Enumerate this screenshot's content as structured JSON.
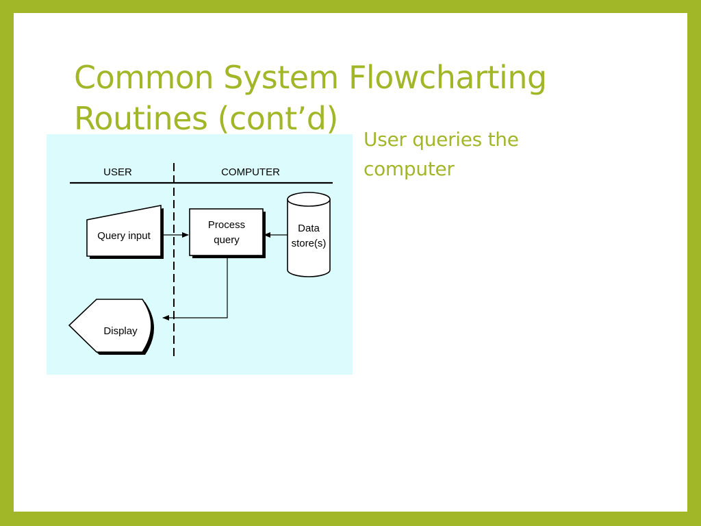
{
  "slide": {
    "title_lines": [
      "Common System Flowcharting",
      "Routines (cont’d)"
    ],
    "bullet_lines": [
      "User queries the",
      "computer"
    ],
    "accent_color": "#a2b728",
    "figure_background": "#dcfbfd"
  },
  "diagram": {
    "lanes": {
      "user": "USER",
      "computer": "COMPUTER"
    },
    "nodes": {
      "query_input": {
        "shape": "manual-input",
        "label": "Query input"
      },
      "process_query": {
        "shape": "process",
        "label_lines": [
          "Process",
          "query"
        ]
      },
      "data_store": {
        "shape": "cylinder",
        "label_lines": [
          "Data",
          "store(s)"
        ]
      },
      "display": {
        "shape": "display",
        "label": "Display"
      }
    },
    "edges": [
      {
        "from": "query_input",
        "to": "process_query"
      },
      {
        "from": "data_store",
        "to": "process_query"
      },
      {
        "from": "process_query",
        "to": "display"
      }
    ]
  }
}
